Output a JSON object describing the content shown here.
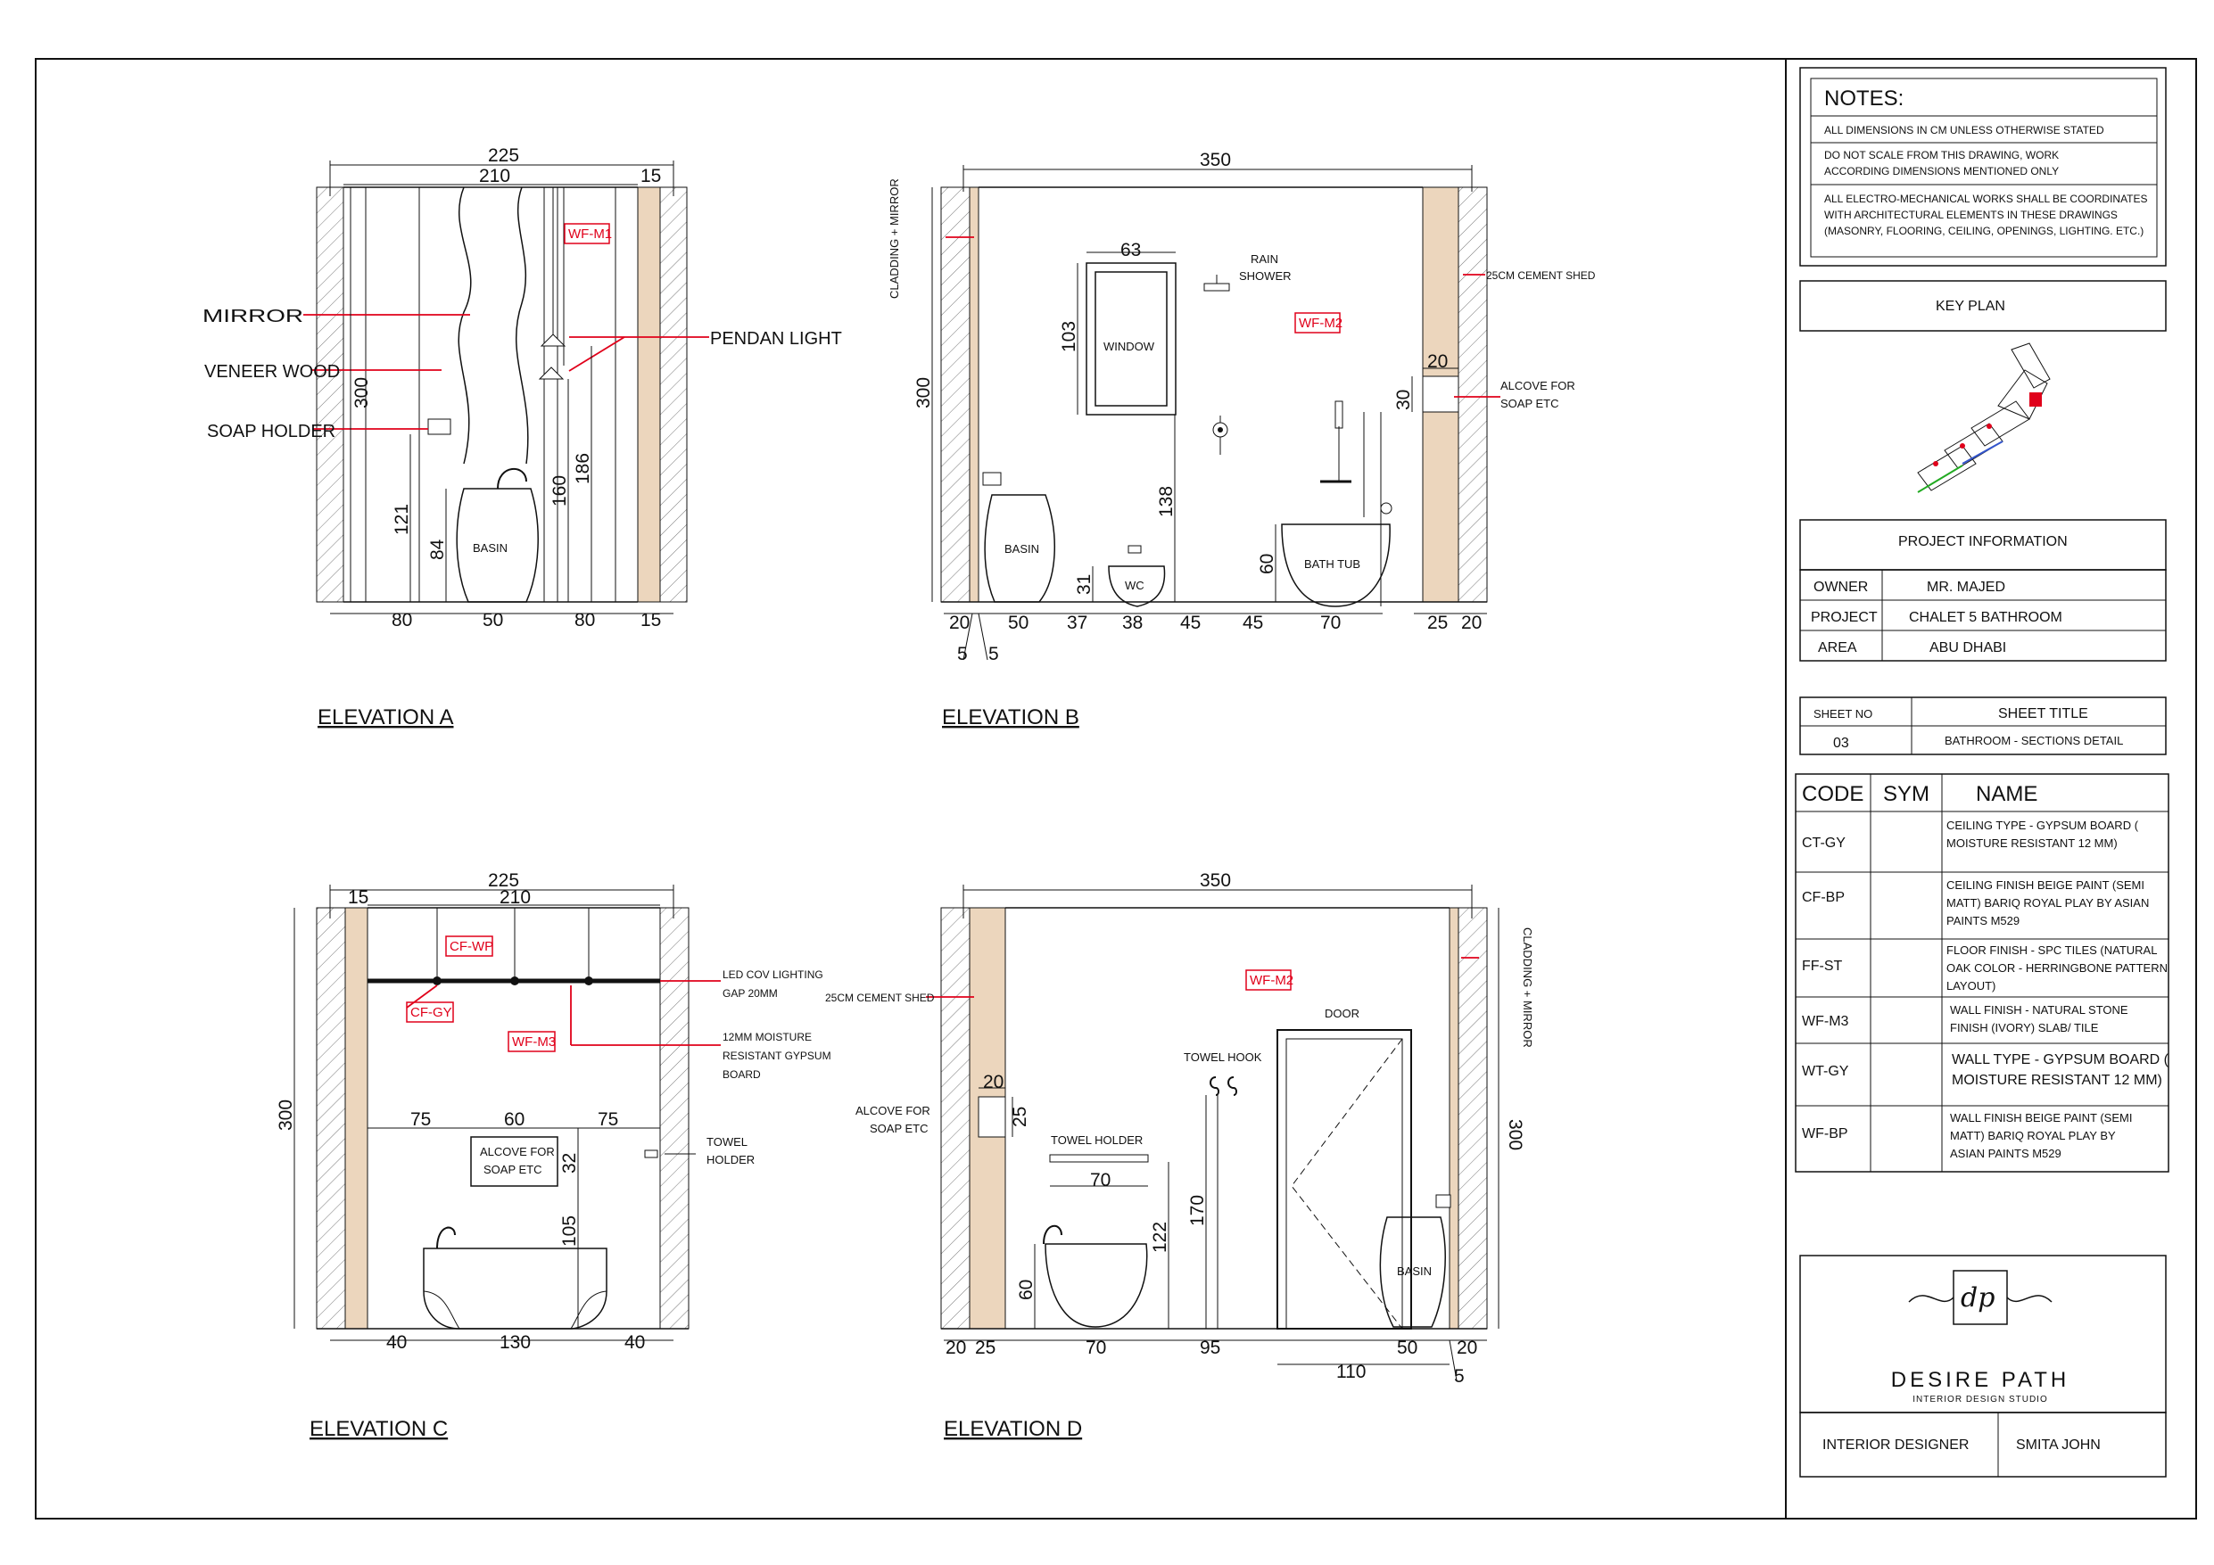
{
  "elevations": {
    "a": {
      "title": "ELEVATION A",
      "dims": {
        "overall": "225",
        "inner": "210",
        "side": "15",
        "height": "300",
        "h121": "121",
        "h84": "84",
        "h160": "160",
        "h186": "186",
        "b1": "80",
        "b2": "50",
        "b3": "80",
        "b4": "15"
      },
      "labels": {
        "mirror": "MIRROR",
        "veneer": "VENEER WOOD",
        "soap": "SOAP HOLDER",
        "pendant": "PENDAN LIGHT",
        "basin": "BASIN"
      },
      "tag": "WF-M1"
    },
    "b": {
      "title": "ELEVATION B",
      "dims": {
        "overall": "350",
        "height": "300",
        "win_w": "63",
        "win_h": "103",
        "h138": "138",
        "h31": "31",
        "h60": "60",
        "alcove_w": "20",
        "alcove_h": "30",
        "b": [
          "20",
          "50",
          "37",
          "38",
          "45",
          "45",
          "70",
          "25",
          "20"
        ],
        "small1": "5",
        "small2": "5"
      },
      "labels": {
        "cladding": "CLADDING + MIRROR",
        "window": "WINDOW",
        "rain": "RAIN",
        "shower": "SHOWER",
        "cement": "25CM CEMENT SHED",
        "alcove1": "ALCOVE FOR",
        "alcove2": "SOAP ETC",
        "basin": "BASIN",
        "wc": "WC",
        "bathtub": "BATH TUB"
      },
      "tag": "WF-M2"
    },
    "c": {
      "title": "ELEVATION C",
      "dims": {
        "overall": "225",
        "inner": "210",
        "side": "15",
        "height": "300",
        "m1": "75",
        "m2": "60",
        "m3": "75",
        "h32": "32",
        "h105": "105",
        "b1": "40",
        "b2": "130",
        "b3": "40"
      },
      "labels": {
        "led1": "LED COV LIGHTING",
        "led2": "GAP 20MM",
        "gyp1": "12MM MOISTURE",
        "gyp2": "RESISTANT GYPSUM",
        "gyp3": "BOARD",
        "alcove1": "ALCOVE FOR",
        "alcove2": "SOAP ETC",
        "towel1": "TOWEL",
        "towel2": "HOLDER"
      },
      "tags": {
        "cfwp": "CF-WP",
        "cfgy": "CF-GY",
        "wfm3": "WF-M3"
      }
    },
    "d": {
      "title": "ELEVATION D",
      "dims": {
        "overall": "350",
        "height": "300",
        "h20": "20",
        "h25": "25",
        "w70": "70",
        "h170": "170",
        "h122": "122",
        "h60": "60",
        "b": [
          "20",
          "25",
          "70",
          "95",
          "50",
          "20"
        ],
        "door": "110",
        "small": "5"
      },
      "labels": {
        "cement": "25CM CEMENT SHED",
        "alcove1": "ALCOVE FOR",
        "alcove2": "SOAP ETC",
        "towel_holder": "TOWEL HOLDER",
        "towel_hook": "TOWEL HOOK",
        "door": "DOOR",
        "basin": "BASIN",
        "cladding": "CLADDING + MIRROR"
      },
      "tag": "WF-M2"
    }
  },
  "title_block": {
    "notes_title": "NOTES:",
    "notes": [
      [
        "ALL DIMENSIONS IN CM UNLESS OTHERWISE STATED"
      ],
      [
        "DO NOT SCALE FROM THIS DRAWING, WORK",
        "ACCORDING DIMENSIONS MENTIONED ONLY"
      ],
      [
        "ALL ELECTRO-MECHANICAL WORKS SHALL BE COORDINATES",
        "WITH ARCHITECTURAL ELEMENTS IN THESE DRAWINGS",
        "(MASONRY, FLOORING, CEILING, OPENINGS, LIGHTING. ETC.)"
      ]
    ],
    "key_plan": "KEY PLAN",
    "project_info": "PROJECT INFORMATION",
    "info": [
      {
        "key": "OWNER",
        "value": "MR. MAJED"
      },
      {
        "key": "PROJECT",
        "value": "CHALET 5 BATHROOM"
      },
      {
        "key": "AREA",
        "value": "ABU DHABI"
      }
    ],
    "sheet_no_label": "SHEET NO",
    "sheet_title_label": "SHEET TITLE",
    "sheet_no": "03",
    "sheet_title": "BATHROOM - SECTIONS DETAIL",
    "legend_headers": {
      "code": "CODE",
      "sym": "SYM",
      "name": "NAME"
    },
    "legend": [
      {
        "code": "CT-GY",
        "lines": [
          "CEILING TYPE - GYPSUM BOARD (",
          "MOISTURE RESISTANT 12 MM)"
        ]
      },
      {
        "code": "CF-BP",
        "lines": [
          "CEILING FINISH BEIGE PAINT (SEMI",
          "MATT) BARIQ ROYAL PLAY BY ASIAN",
          "PAINTS M529"
        ]
      },
      {
        "code": "FF-ST",
        "lines": [
          "FLOOR FINISH - SPC TILES (NATURAL",
          "OAK COLOR - HERRINGBONE PATTERN",
          "LAYOUT)"
        ]
      },
      {
        "code": "WF-M3",
        "lines": [
          "WALL FINISH - NATURAL STONE",
          "FINISH (IVORY) SLAB/ TILE"
        ]
      },
      {
        "code": "WT-GY",
        "lines": [
          "WALL TYPE - GYPSUM BOARD (",
          "MOISTURE RESISTANT 12 MM)"
        ]
      },
      {
        "code": "WF-BP",
        "lines": [
          "WALL FINISH BEIGE PAINT (SEMI",
          "MATT) BARIQ ROYAL PLAY BY",
          "ASIAN PAINTS M529"
        ]
      }
    ],
    "logo_mark": "dp",
    "brand": "DESIRE PATH",
    "brand_sub": "INTERIOR DESIGN STUDIO",
    "designer_label": "INTERIOR DESIGNER",
    "designer_name": "SMITA JOHN"
  },
  "colors": {
    "accent": "#e0001a",
    "wood": "#ecd6bd"
  }
}
